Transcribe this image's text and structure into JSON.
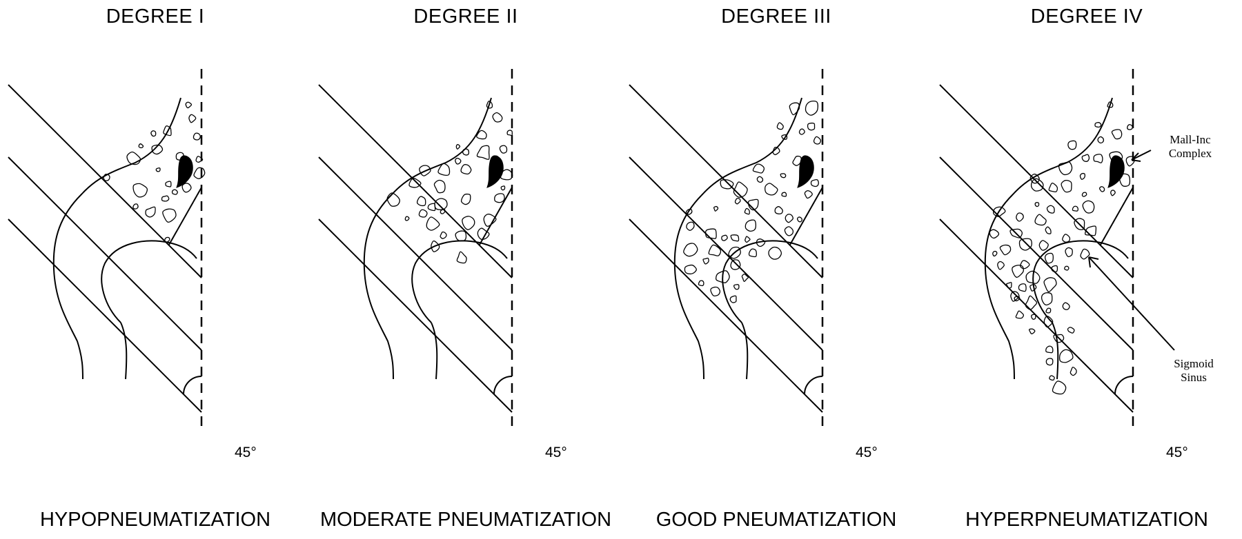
{
  "panels": [
    {
      "title": "DEGREE I",
      "caption": "HYPOPNEUMATIZATION",
      "angle": "45°",
      "level": 1
    },
    {
      "title": "DEGREE II",
      "caption": "MODERATE PNEUMATIZATION",
      "angle": "45°",
      "level": 2
    },
    {
      "title": "DEGREE III",
      "caption": "GOOD PNEUMATIZATION",
      "angle": "45°",
      "level": 3
    },
    {
      "title": "DEGREE IV",
      "caption": "HYPERPNEUMATIZATION",
      "angle": "45°",
      "level": 4
    }
  ],
  "annotations": {
    "mall_inc": "Mall-Inc Complex",
    "mall_inc_line1": "Mall-Inc",
    "mall_inc_line2": "Complex",
    "sigmoid_line1": "Sigmoid",
    "sigmoid_line2": "Sinus"
  }
}
